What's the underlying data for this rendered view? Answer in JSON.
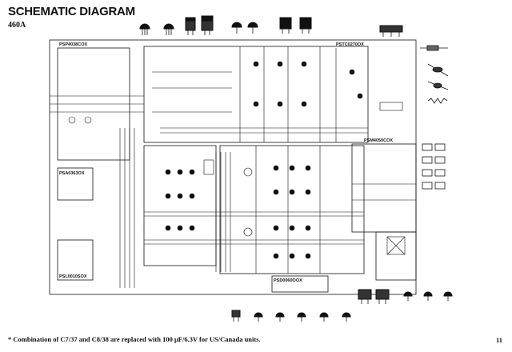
{
  "header": {
    "title": "SCHEMATIC DIAGRAM",
    "model": "460A"
  },
  "boards": {
    "b1": "PSP4038COX",
    "b2": "PSTC0270OX",
    "b3": "PSM4050COX",
    "b4": "PSA0363OX",
    "b5": "PSL0010SOX",
    "b6": "PSD0060OOX"
  },
  "footnote": "* Combination of C7/37 and C8/38 are replaced with 100 μF/6.3V for US/Canada units.",
  "page_number": "11",
  "colors": {
    "ink": "#111111",
    "paper": "#ffffff"
  }
}
